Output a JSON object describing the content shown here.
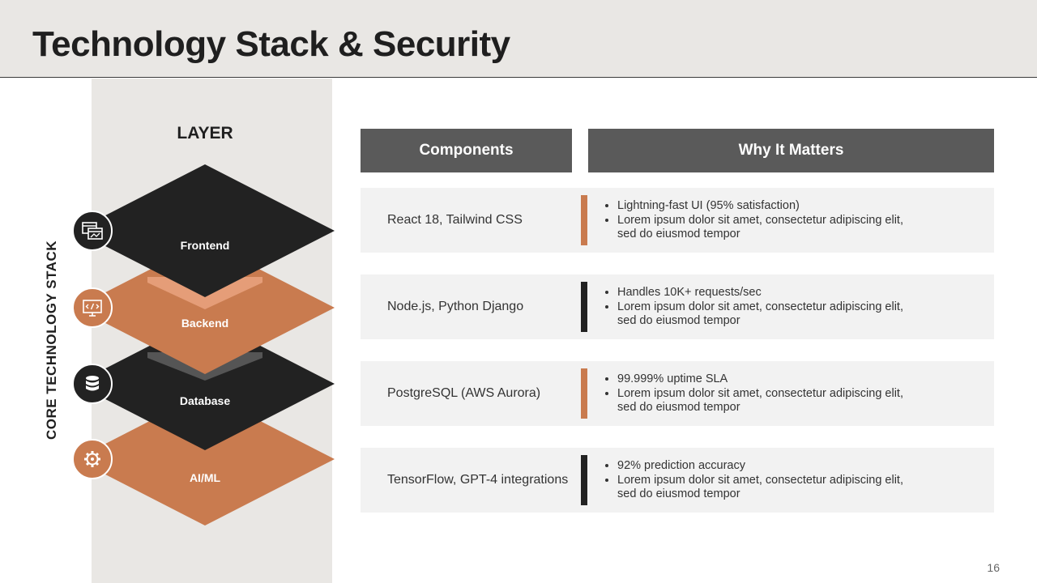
{
  "title": "Technology Stack & Security",
  "side_label": "CORE TECHNOLOGY STACK",
  "layer_heading": "LAYER",
  "colors": {
    "dark": "#222222",
    "orange": "#c97b4f",
    "header_bg": "#e9e7e4",
    "column_header_bg": "#5a5a5a",
    "row_bg": "#f2f2f2"
  },
  "layers": [
    {
      "label": "Frontend",
      "icon": "browser-windows-icon",
      "color": "#222222"
    },
    {
      "label": "Backend",
      "icon": "server-code-icon",
      "color": "#c97b4f"
    },
    {
      "label": "Database",
      "icon": "database-icon",
      "color": "#222222"
    },
    {
      "label": "AI/ML",
      "icon": "ai-gear-icon",
      "color": "#c97b4f"
    }
  ],
  "table": {
    "headers": {
      "components": "Components",
      "why": "Why It Matters"
    },
    "rows": [
      {
        "component": "React 18, Tailwind CSS",
        "accent": "#c97b4f",
        "points": [
          "Lightning-fast UI (95% satisfaction)",
          "Lorem ipsum dolor sit amet, consectetur adipiscing elit, sed do eiusmod tempor"
        ]
      },
      {
        "component": "Node.js, Python Django",
        "accent": "#222222",
        "points": [
          "Handles 10K+ requests/sec",
          "Lorem ipsum dolor sit amet, consectetur adipiscing elit, sed do eiusmod tempor"
        ]
      },
      {
        "component": "PostgreSQL (AWS Aurora)",
        "accent": "#c97b4f",
        "points": [
          "99.999% uptime SLA",
          "Lorem ipsum dolor sit amet, consectetur adipiscing elit, sed do eiusmod tempor"
        ]
      },
      {
        "component": "TensorFlow, GPT-4 integrations",
        "accent": "#222222",
        "points": [
          "92% prediction accuracy",
          "Lorem ipsum dolor sit amet, consectetur adipiscing elit, sed do eiusmod tempor"
        ]
      }
    ]
  },
  "page_number": "16"
}
